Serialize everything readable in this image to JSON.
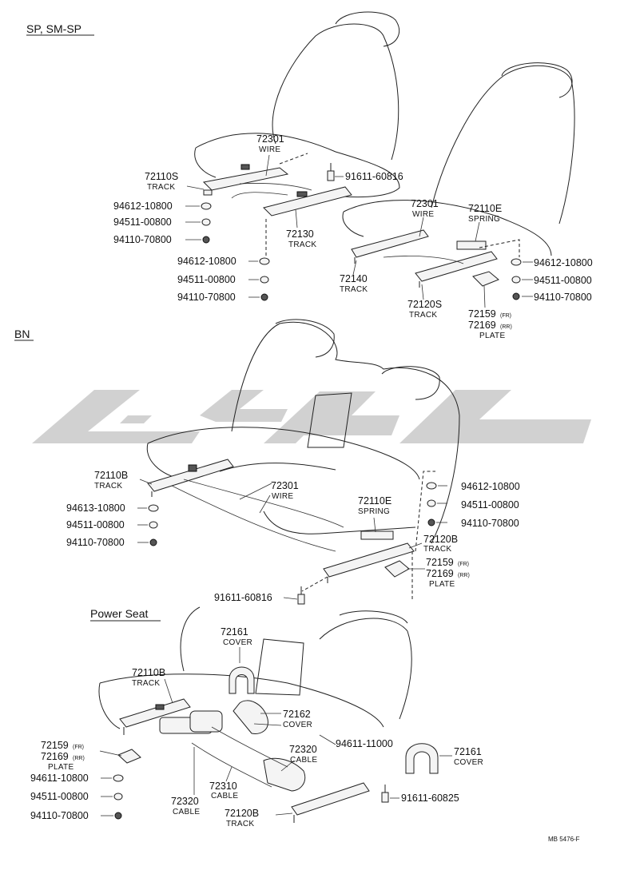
{
  "sections": {
    "sp": "SP, SM-SP",
    "bn": "BN",
    "power": "Power Seat"
  },
  "footer_code": "MB 5476-F",
  "callouts": {
    "a1": {
      "num": "72301",
      "sub": "WIRE"
    },
    "a2": {
      "num": "72110S",
      "sub": "TRACK"
    },
    "a3": {
      "num": "91611-60816"
    },
    "a4": {
      "num": "94612-10800"
    },
    "a5": {
      "num": "94511-00800"
    },
    "a6": {
      "num": "94110-70800"
    },
    "a7": {
      "num": "72130",
      "sub": "TRACK"
    },
    "a8": {
      "num": "94612-10800"
    },
    "a9": {
      "num": "94511-00800"
    },
    "a10": {
      "num": "94110-70800"
    },
    "b1": {
      "num": "72301",
      "sub": "WIRE"
    },
    "b2": {
      "num": "72110E",
      "sub": "SPRING"
    },
    "b3": {
      "num": "72140",
      "sub": "TRACK"
    },
    "b4": {
      "num": "94612-10800"
    },
    "b5": {
      "num": "94511-00800"
    },
    "b6": {
      "num": "94110-70800"
    },
    "b7": {
      "num": "72120S",
      "sub": "TRACK"
    },
    "b8": {
      "num": "72159",
      "tag": "(FR)"
    },
    "b9": {
      "num": "72169",
      "tag": "(RR)",
      "sub": "PLATE"
    },
    "c1": {
      "num": "72110B",
      "sub": "TRACK"
    },
    "c2": {
      "num": "94613-10800"
    },
    "c3": {
      "num": "94511-00800"
    },
    "c4": {
      "num": "94110-70800"
    },
    "c5": {
      "num": "72301",
      "sub": "WIRE"
    },
    "c6": {
      "num": "72110E",
      "sub": "SPRING"
    },
    "c7": {
      "num": "94612-10800"
    },
    "c8": {
      "num": "94511-00800"
    },
    "c9": {
      "num": "94110-70800"
    },
    "c10": {
      "num": "72120B",
      "sub": "TRACK"
    },
    "c11": {
      "num": "72159",
      "tag": "(FR)"
    },
    "c12": {
      "num": "72169",
      "tag": "(RR)",
      "sub": "PLATE"
    },
    "c13": {
      "num": "91611-60816"
    },
    "d1": {
      "num": "72161",
      "sub": "COVER"
    },
    "d2": {
      "num": "72110B",
      "sub": "TRACK"
    },
    "d3": {
      "num": "72162",
      "sub": "COVER"
    },
    "d4": {
      "num": "94611-11000"
    },
    "d5": {
      "num": "72161",
      "sub": "COVER"
    },
    "d6": {
      "num": "72159",
      "tag": "(FR)"
    },
    "d7": {
      "num": "72169",
      "tag": "(RR)",
      "sub": "PLATE"
    },
    "d8": {
      "num": "72320",
      "sub": "CABLE"
    },
    "d9": {
      "num": "94611-10800"
    },
    "d10": {
      "num": "94511-00800"
    },
    "d11": {
      "num": "94110-70800"
    },
    "d12": {
      "num": "72310",
      "sub": "CABLE"
    },
    "d13": {
      "num": "72320",
      "sub": "CABLE"
    },
    "d14": {
      "num": "91611-60825"
    },
    "d15": {
      "num": "72120B",
      "sub": "TRACK"
    }
  }
}
